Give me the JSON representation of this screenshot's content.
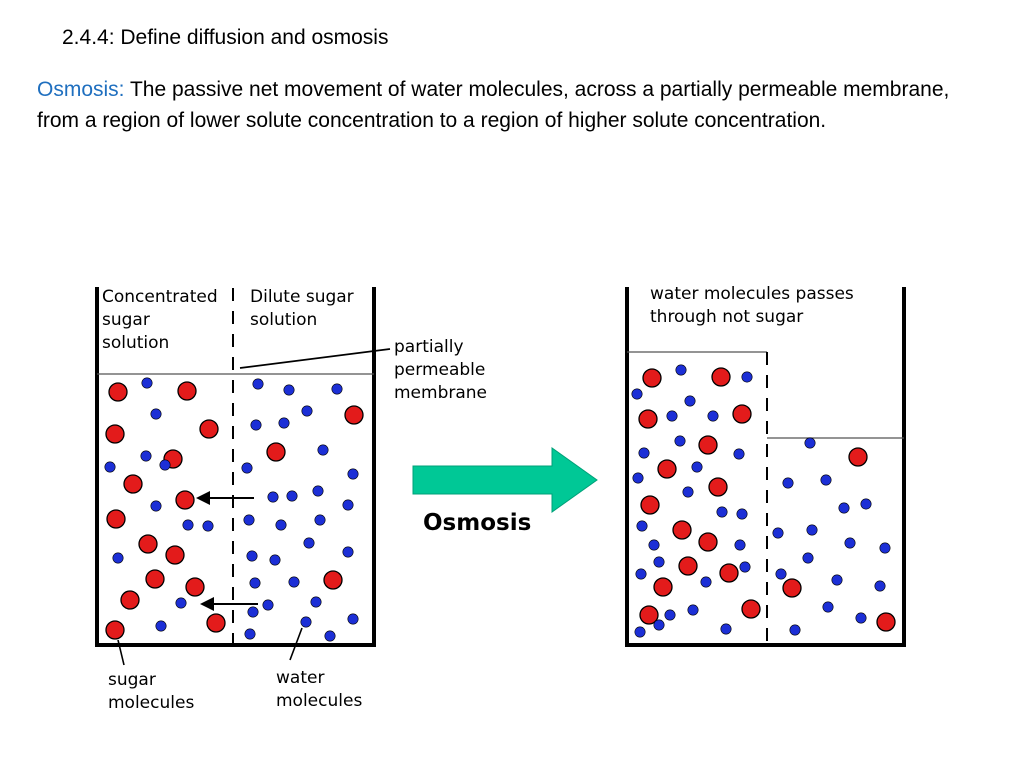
{
  "heading": "2.4.4: Define diffusion and osmosis",
  "definition": {
    "term": "Osmosis:",
    "text": " The passive net movement of water molecules, across a partially permeable membrane, from a region of lower solute concentration to a region of higher solute concentration."
  },
  "diagram": {
    "left_beaker": {
      "label_concentrated": [
        "Concentrated",
        "sugar",
        "solution"
      ],
      "label_dilute": [
        "Dilute sugar",
        "solution"
      ],
      "label_membrane": [
        "partially",
        "permeable",
        "membrane"
      ],
      "label_sugar": [
        "sugar",
        "molecules"
      ],
      "label_water": [
        "water",
        "molecules"
      ]
    },
    "arrow_label": "Osmosis",
    "right_beaker": {
      "label": [
        "water molecules passes",
        "through not sugar"
      ]
    },
    "colors": {
      "sugar_molecule": "#e31b1b",
      "water_molecule": "#1c2fd6",
      "arrow_fill": "#00c896",
      "outline": "#000000"
    }
  }
}
